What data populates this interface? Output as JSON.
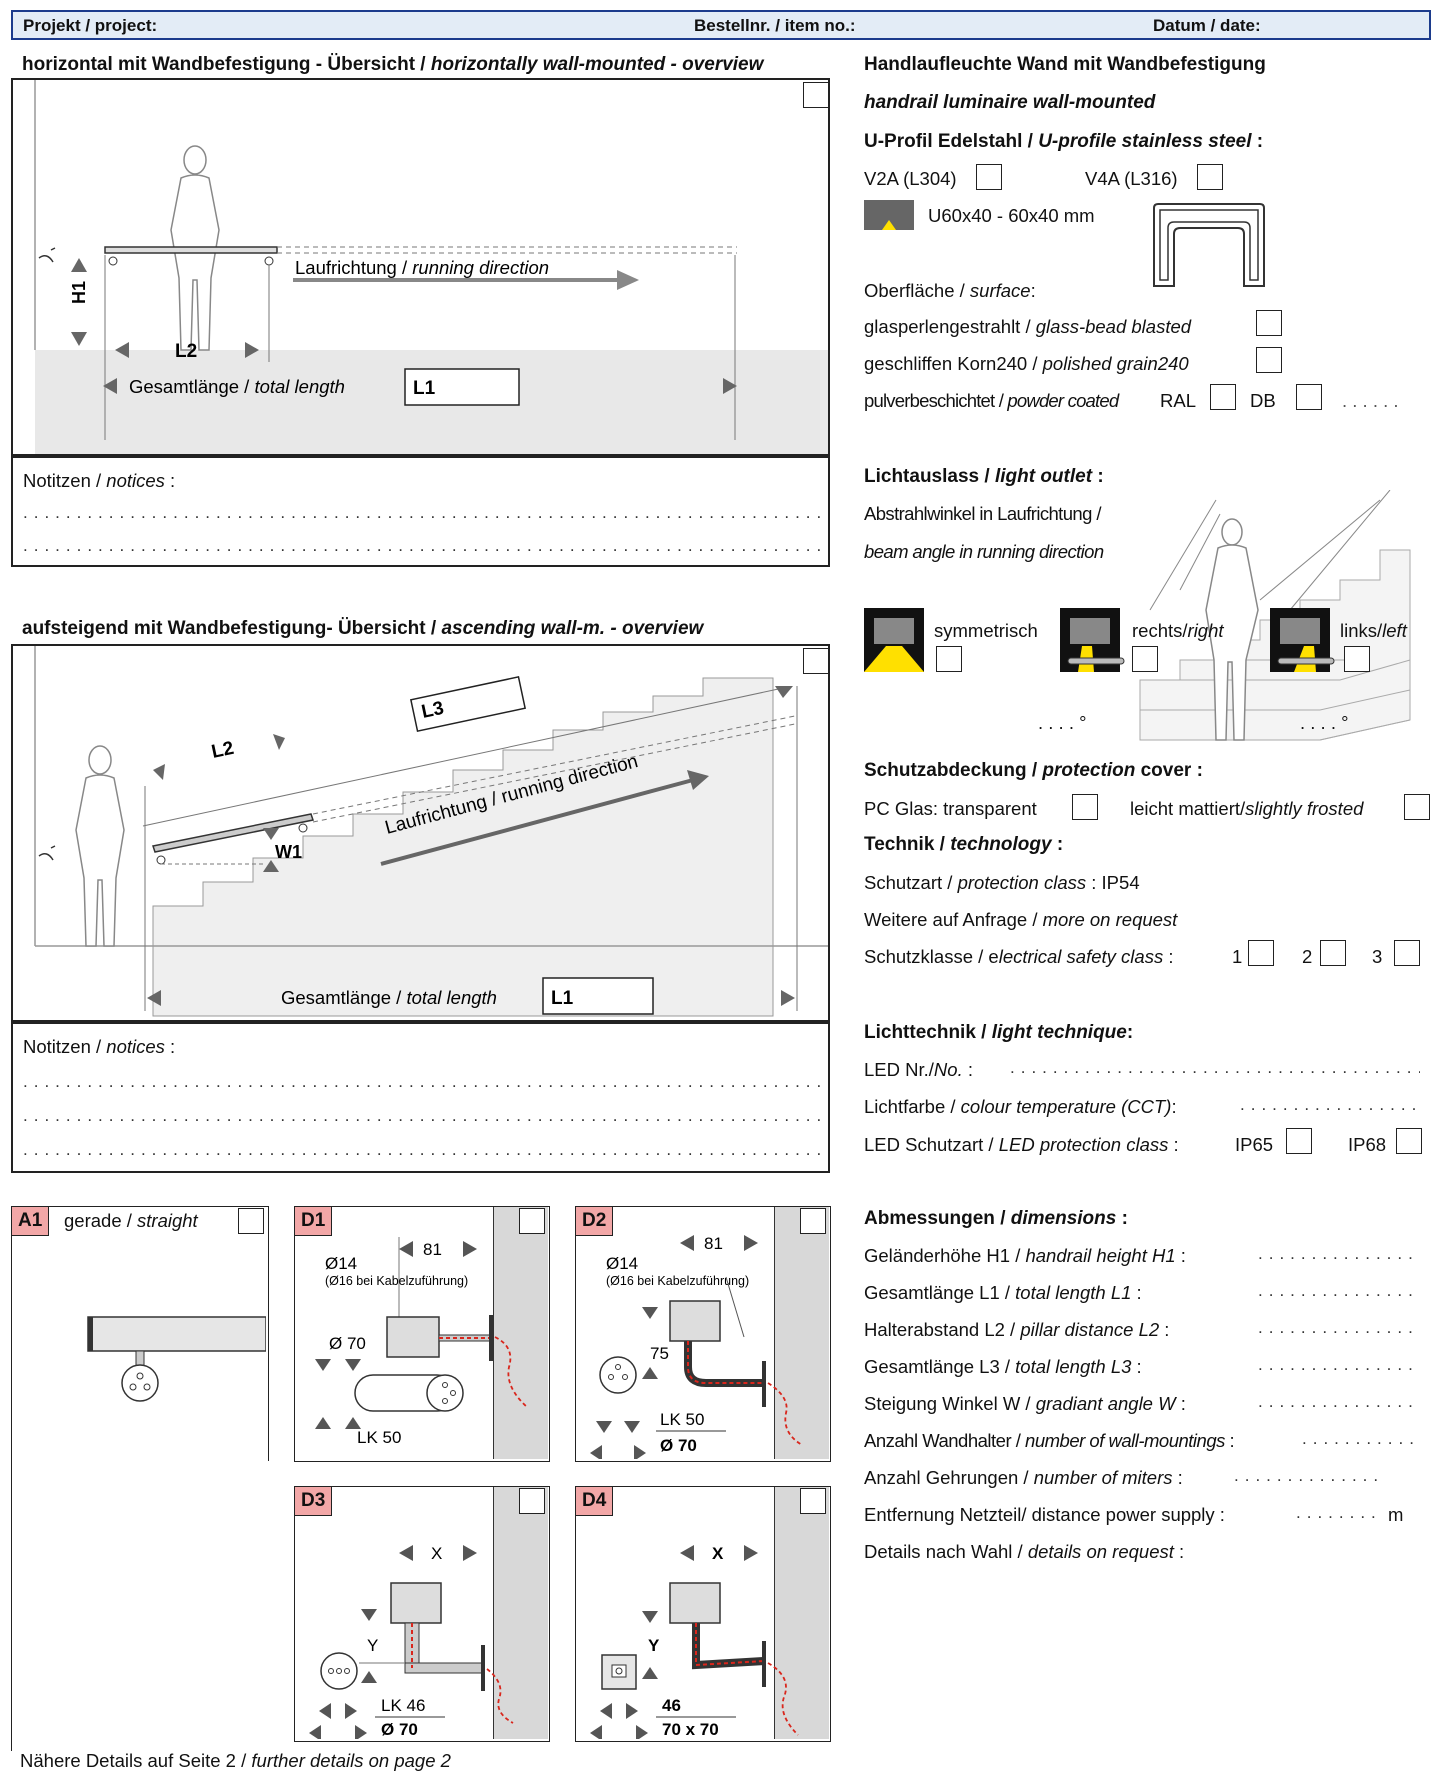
{
  "header": {
    "project": "Projekt / project:",
    "item_no": "Bestellnr. / item no.:",
    "date": "Datum / date:"
  },
  "horizontal": {
    "title_de": "horizontal mit Wandbefestigung - Übersicht  / ",
    "title_en": "horizontally wall-mounted - overview",
    "h1": "H1",
    "l2": "L2",
    "running_de": "Laufrichtung / ",
    "running_en": "running direction",
    "total_de": "Gesamtlänge / ",
    "total_en": "total length",
    "l1": "L1"
  },
  "notes": {
    "de": "Notitzen / ",
    "en": "notices",
    "colon": " :"
  },
  "ascending": {
    "title_de": "aufsteigend mit Wandbefestigung- Übersicht / ",
    "title_en": "ascending wall-m. - overview",
    "l3": "L3",
    "l2": "L2",
    "w1": "W1",
    "running": "Laufrichtung / running direction",
    "total_de": "Gesamtlänge / ",
    "total_en": "total length",
    "l1": "L1"
  },
  "details": {
    "a1_tag": "A1",
    "a1_de": "gerade / ",
    "a1_en": "straight",
    "d1": {
      "tag": "D1",
      "dist": "81",
      "dia": "Ø14",
      "cable": "(Ø16 bei Kabelzuführung)",
      "plate": "Ø 70",
      "lk": "LK 50"
    },
    "d2": {
      "tag": "D2",
      "dist": "81",
      "dia": "Ø14",
      "cable": "(Ø16 bei Kabelzuführung)",
      "h": "75",
      "lk": "LK 50",
      "plate": "Ø 70"
    },
    "d3": {
      "tag": "D3",
      "x": "X",
      "y": "Y",
      "lk": "LK 46",
      "plate": "Ø 70"
    },
    "d4": {
      "tag": "D4",
      "x": "X",
      "y": "Y",
      "lk": "46",
      "plate": "70 x 70"
    },
    "footer_de": "Nähere Details auf Seite 2 / ",
    "footer_en": "further details on page 2"
  },
  "right": {
    "title1": "Handlaufleuchte Wand mit Wandbefestigung",
    "title2": "handrail luminaire wall-mounted",
    "profile_de": "U-Profil Edelstahl / ",
    "profile_en": "U-profile stainless steel",
    "profile_colon": " :",
    "v2a": "V2A (L304)",
    "v4a": "V4A (L316)",
    "u60": "U60x40  -  60x40 mm",
    "surface_de": "Oberfläche / ",
    "surface_en": "surface",
    "surface_colon": ":",
    "surf1_de": "glasperlengestrahlt / ",
    "surf1_en": "glass-bead blasted",
    "surf2_de": "geschliffen Korn240 / ",
    "surf2_en": "polished grain240",
    "surf3_de": "pulverbeschichtet / ",
    "surf3_en": "powder coated",
    "ral": "RAL",
    "db": "DB",
    "surf3_dots": ". . . . . .",
    "light_de": "Lichtauslass  / ",
    "light_en": "light outlet",
    "light_colon": " :",
    "beam_de": "Abstrahlwinkel in Laufrichtung /",
    "beam_en": "beam angle in running direction",
    "sym": "symmetrisch",
    "right_de": "rechts/",
    "right_en": "right",
    "left_de": "links/",
    "left_en": "left",
    "deg": ". . . . °",
    "cover_de": "Schutzabdeckung / ",
    "cover_en": "protection",
    "cover_tail": " cover :",
    "pc": "PC Glas:  transparent",
    "frost_de": "leicht mattiert/",
    "frost_en": "slightly frosted",
    "tech_de": "Technik / ",
    "tech_en": "technology",
    "tech_colon": " :",
    "prot_de": "Schutzart / ",
    "prot_en": "protection class",
    "prot_val": " :  IP54",
    "more_de": "Weitere auf Anfrage / ",
    "more_en": "more on request",
    "safety_de": "Schutzklasse / e",
    "safety_en": "lectrical safety class",
    "safety_colon": " :",
    "c1": "1",
    "c2": "2",
    "c3": "3",
    "lt_de": "Lichttechnik / ",
    "lt_en": "light technique",
    "lt_colon": ":",
    "led_de": "LED Nr./",
    "led_en": "No.",
    "led_colon": " :",
    "cct_de": "Lichtfarbe / ",
    "cct_en": "colour temperature (CCT)",
    "cct_colon": ":",
    "ledp_de": "LED Schutzart / ",
    "ledp_en": "LED protection class",
    "ledp_colon": " :",
    "ip65": "IP65",
    "ip68": "IP68",
    "dim_de": "Abmessungen / ",
    "dim_en": "dimensions",
    "dim_colon": " :",
    "dims": [
      {
        "de": "Geländerhöhe H1 /  ",
        "en": "handrail height H1",
        "tail": " :"
      },
      {
        "de": "Gesamtlänge L1 /  ",
        "en": "total length L1",
        "tail": " :"
      },
      {
        "de": "Halterabstand L2 / ",
        "en": "pillar distance L2",
        "tail": " :"
      },
      {
        "de": "Gesamtlänge L3 /  ",
        "en": "total length L3",
        "tail": " :"
      },
      {
        "de": "Steigung Winkel W / ",
        "en": "gradiant angle W",
        "tail": " :"
      },
      {
        "de": "Anzahl Wandhalter / ",
        "en": "number of wall-mountings",
        "tail": " :"
      },
      {
        "de": "Anzahl Gehrungen /  ",
        "en": "number of miters",
        "tail": " :"
      }
    ],
    "power": "Entfernung Netzteil/  distance power supply :",
    "power_unit": "m",
    "choice_de": "Details nach Wahl / ",
    "choice_en": "details on request",
    "choice_colon": " :"
  },
  "colors": {
    "accent": "#1c3b8c",
    "header_bg": "#e3ecf6",
    "tag": "#f2a7a7",
    "led": "#ffe000",
    "cable": "#d9261c"
  }
}
